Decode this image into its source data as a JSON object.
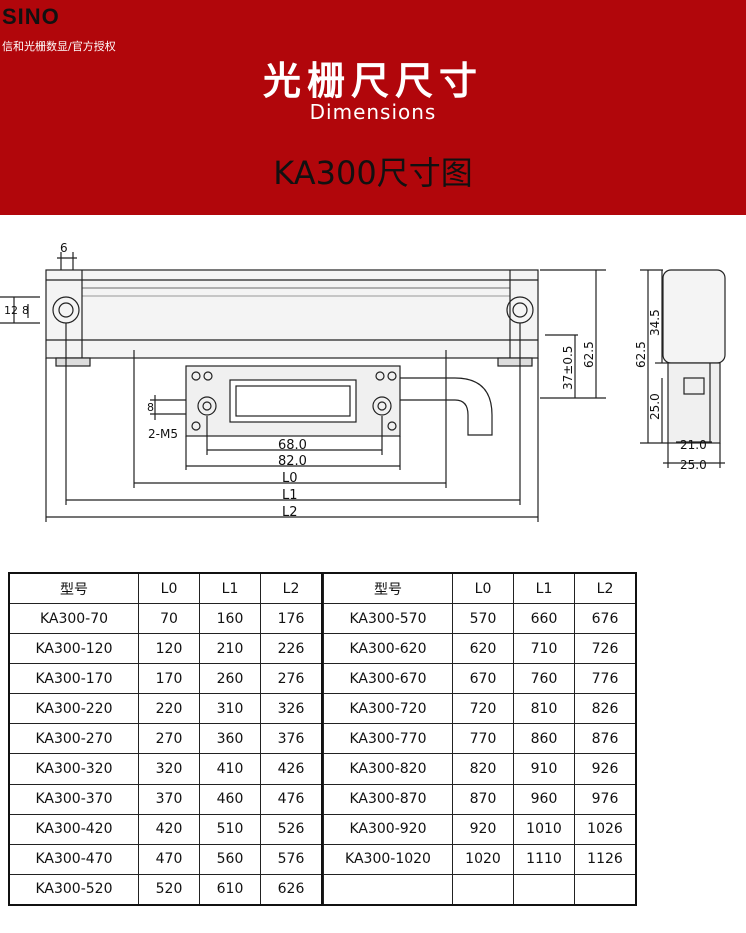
{
  "brand": {
    "name": "SINO",
    "tagline": "信和光栅数显/官方授权"
  },
  "title_cn": "光栅尺尺寸",
  "title_en": "Dimensions",
  "subtitle": "KA300尺寸图",
  "colors": {
    "banner": "#b1060b",
    "text_light": "#ffffff",
    "text_dark": "#111111"
  },
  "drawing": {
    "dims": {
      "d6": "6",
      "d12": "12",
      "d8_left": "8",
      "d8_reader": "8",
      "m5": "2-M5",
      "d68": "68.0",
      "d82": "82.0",
      "l0": "L0",
      "l1": "L1",
      "l2": "L2",
      "h37": "37±0.5",
      "h62_front": "62.5",
      "h62_side": "62.5",
      "h345": "34.5",
      "h25": "25.0",
      "w21": "21.0",
      "w25": "25.0"
    }
  },
  "table": {
    "headers": [
      "型号",
      "L0",
      "L1",
      "L2"
    ],
    "left_rows": [
      [
        "KA300-70",
        "70",
        "160",
        "176"
      ],
      [
        "KA300-120",
        "120",
        "210",
        "226"
      ],
      [
        "KA300-170",
        "170",
        "260",
        "276"
      ],
      [
        "KA300-220",
        "220",
        "310",
        "326"
      ],
      [
        "KA300-270",
        "270",
        "360",
        "376"
      ],
      [
        "KA300-320",
        "320",
        "410",
        "426"
      ],
      [
        "KA300-370",
        "370",
        "460",
        "476"
      ],
      [
        "KA300-420",
        "420",
        "510",
        "526"
      ],
      [
        "KA300-470",
        "470",
        "560",
        "576"
      ],
      [
        "KA300-520",
        "520",
        "610",
        "626"
      ]
    ],
    "right_rows": [
      [
        "KA300-570",
        "570",
        "660",
        "676"
      ],
      [
        "KA300-620",
        "620",
        "710",
        "726"
      ],
      [
        "KA300-670",
        "670",
        "760",
        "776"
      ],
      [
        "KA300-720",
        "720",
        "810",
        "826"
      ],
      [
        "KA300-770",
        "770",
        "860",
        "876"
      ],
      [
        "KA300-820",
        "820",
        "910",
        "926"
      ],
      [
        "KA300-870",
        "870",
        "960",
        "976"
      ],
      [
        "KA300-920",
        "920",
        "1010",
        "1026"
      ],
      [
        "KA300-1020",
        "1020",
        "1110",
        "1126"
      ],
      [
        "",
        "",
        "",
        ""
      ]
    ]
  }
}
